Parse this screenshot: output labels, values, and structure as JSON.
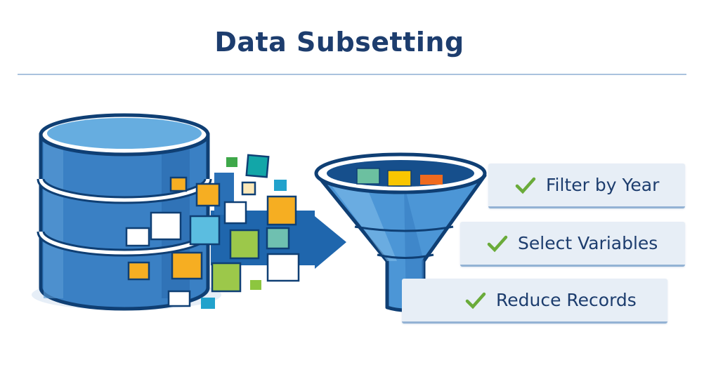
{
  "title": "Data Subsetting",
  "steps": [
    {
      "label": "Filter by Year",
      "icon": "check-icon"
    },
    {
      "label": "Select Variables",
      "icon": "check-icon"
    },
    {
      "label": "Reduce Records",
      "icon": "check-icon"
    }
  ],
  "colors": {
    "title": "#1d3d6e",
    "database": "#3a80c4",
    "outline": "#0f3f74",
    "arrow": "#1f66ad",
    "check": "#6aab3a",
    "card": "#e7eef6"
  }
}
